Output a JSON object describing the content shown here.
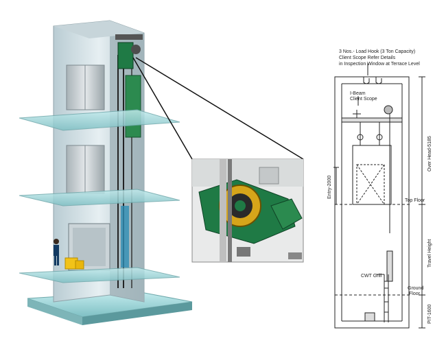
{
  "colors": {
    "shaft_glass": "#cfe0e6",
    "machine_green": "#1f7a45",
    "floor_glass": "#9fd3d6",
    "line": "#222222",
    "bg_wall": "#f1f1f1"
  },
  "drawing": {
    "note_lines": [
      "3 Nos.- Load Hook (3 Ton Capacity)",
      "Client Scope Refer Details",
      "in Inspection Window at Terrace Level"
    ],
    "ibeam_lines": [
      "I-Beam",
      "Client Scope"
    ],
    "overhead": "Over Head-5185",
    "entry": "Entry-2000",
    "top_floor": "Top Floor",
    "travel_height": "Travel Height",
    "cwt_grill": "CWT Grill",
    "ground_floor_lines": [
      "Ground",
      "Floor"
    ],
    "pit": "PIT-1600"
  },
  "icons": [
    "elevator-shaft-illustration",
    "machine-closeup-illustration",
    "shaft-section-drawing"
  ]
}
